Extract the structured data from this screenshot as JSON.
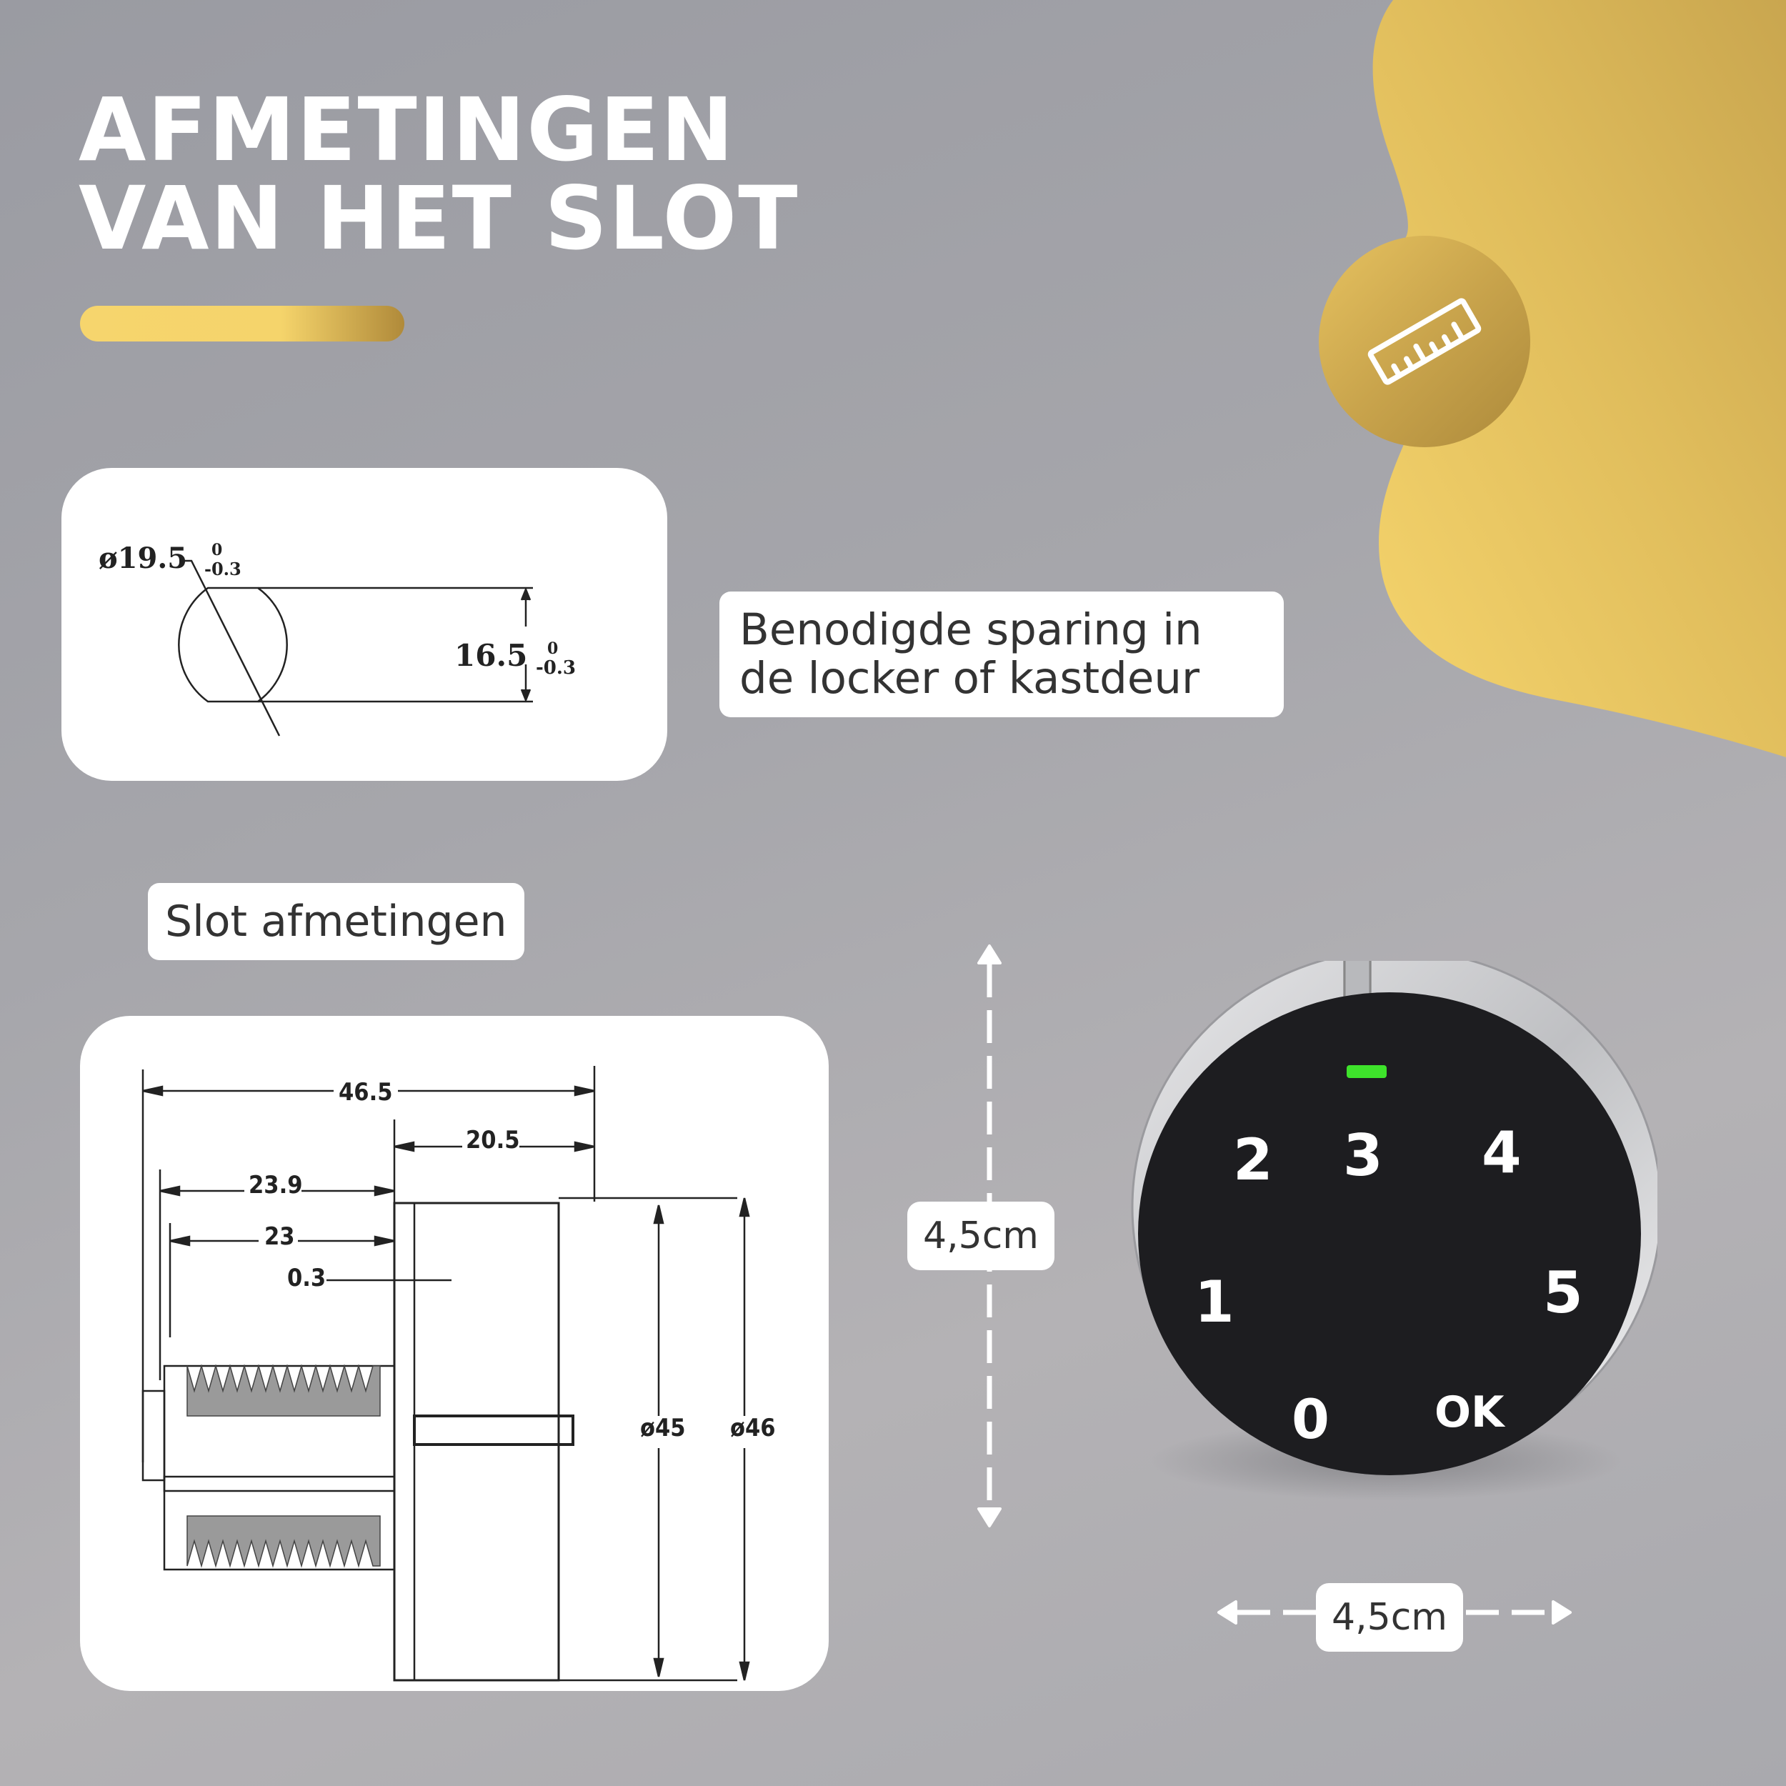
{
  "header": {
    "title_lines": [
      "AFMETINGEN",
      "VAN HET SLOT"
    ]
  },
  "icon": {
    "name": "ruler-icon"
  },
  "cutout_diagram": {
    "diameter_label": "ø19.5",
    "diameter_tol_upper": "0",
    "diameter_tol_lower": "-0.3",
    "flat_width_label": "16.5",
    "flat_width_tol_upper": "0",
    "flat_width_tol_lower": "-0.3"
  },
  "cutout_caption": {
    "line1": "Benodigde sparing in",
    "line2": "de locker of kastdeur"
  },
  "lock_caption": "Slot afmetingen",
  "lock_diagram": {
    "overall_length": "46.5",
    "body_length": "20.5",
    "cylinder_length_a": "23.9",
    "cylinder_length_b": "23",
    "gap": "0.3",
    "inner_diameter": "ø45",
    "outer_diameter": "ø46"
  },
  "keypad": {
    "keys": [
      "1",
      "2",
      "3",
      "4",
      "5",
      "0",
      "OK"
    ],
    "led_color": "#3ee32b"
  },
  "dimensions": {
    "height": "4,5cm",
    "width": "4,5cm"
  },
  "colors": {
    "gold_light": "#f5d46b",
    "gold_dark": "#b08a3a",
    "background": "#a7a7ac",
    "text_dark": "#333333"
  }
}
